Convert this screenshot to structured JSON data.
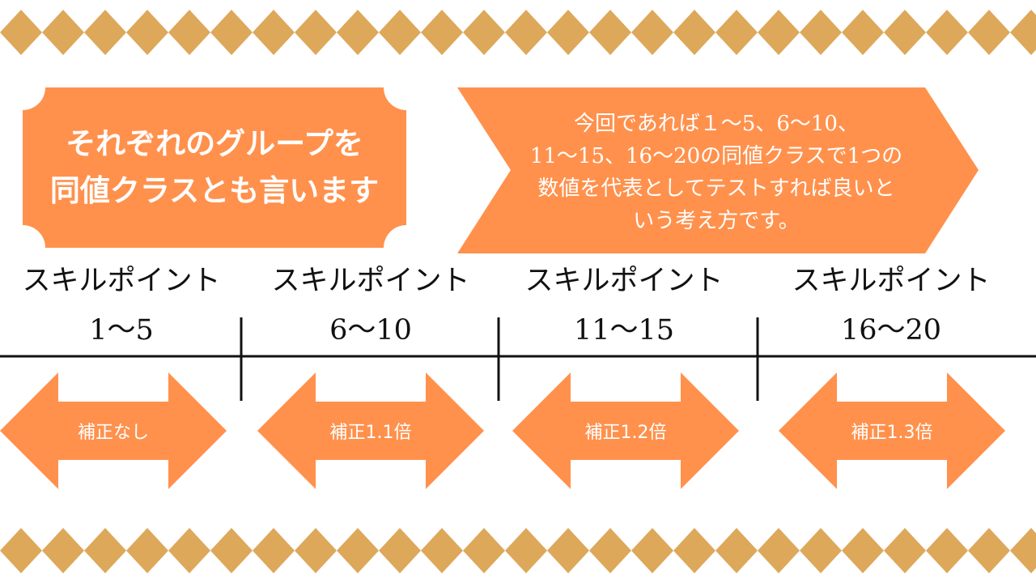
{
  "colors": {
    "accent": "#FF914D",
    "border_diamond": "#DDA85A",
    "line": "#111111",
    "text_light": "#FFFFFF"
  },
  "callout_left": {
    "lines": [
      "それぞれのグループを",
      "同値クラスとも言います"
    ]
  },
  "callout_right": {
    "lines": [
      "今回であれば１～5、6～10、",
      "11～15、16～20の同値クラスで1つの",
      "数値を代表としてテストすれば良いと",
      "いう考え方です。"
    ]
  },
  "segments": [
    {
      "title": "スキルポイント",
      "range": "1～5",
      "arrow_label": "補正なし"
    },
    {
      "title": "スキルポイント",
      "range": "6～10",
      "arrow_label": "補正1.1倍"
    },
    {
      "title": "スキルポイント",
      "range": "11～15",
      "arrow_label": "補正1.2倍"
    },
    {
      "title": "スキルポイント",
      "range": "16～20",
      "arrow_label": "補正1.3倍"
    }
  ]
}
